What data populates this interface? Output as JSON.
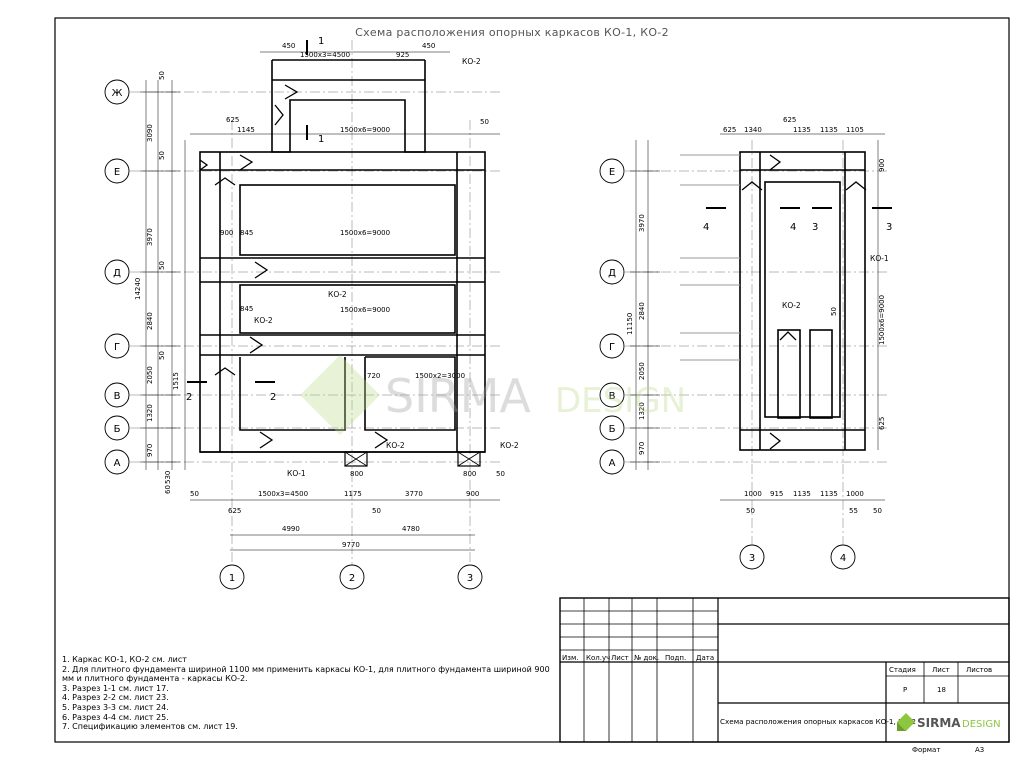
{
  "title": "Схема расположения опорных каркасов КО-1, КО-2",
  "axes_left_rows": [
    "Ж",
    "Е",
    "Д",
    "Г",
    "В",
    "Б",
    "А"
  ],
  "axes_left_cols": [
    "1",
    "2",
    "3"
  ],
  "axes_right_rows": [
    "Е",
    "Д",
    "Г",
    "В",
    "Б",
    "А"
  ],
  "axes_right_cols": [
    "3",
    "4"
  ],
  "labels": {
    "ko1": "КО-1",
    "ko2": "КО-2",
    "sec1": "1",
    "sec2": "2",
    "sec3": "3",
    "sec4": "4"
  },
  "dims": {
    "d4990": "4990",
    "d4780": "4780",
    "d9770": "9770",
    "d1500x3_top": "1500х3=4500",
    "d1500x6": "1500х6=9000",
    "d1500x3_bot": "1500х3=4500",
    "d1175": "1175",
    "d3770": "3770",
    "d900": "900",
    "d625": "625",
    "d1145": "1145",
    "d1340": "1340",
    "d1135": "1135",
    "d1105": "1105",
    "d3970": "3970",
    "d2840": "2840",
    "d2050": "2050",
    "d1320": "1320",
    "d970": "970",
    "d3090": "3090",
    "d14240": "14240",
    "d11150": "11150",
    "d1500x2": "1500х2=3000",
    "d1500x6r": "1500х6=9000",
    "d1000": "1000",
    "d915": "915",
    "d50": "50",
    "d450": "450",
    "d925": "925",
    "d845": "845",
    "d1515": "1515",
    "d530": "530",
    "d60": "60",
    "d800": "800",
    "d720": "720",
    "d55": "55"
  },
  "notes": [
    "1. Каркас КО-1, КО-2 см. лист",
    "2. Для плитного фундамента шириной 1100 мм применить каркасы КО-1, для плитного фундамента шириной 900",
    "мм и плитного фундамента - каркасы КО-2.",
    "3. Разрез 1-1 см. лист 17.",
    "4. Разрез 2-2 см. лист 23.",
    "5. Разрез 3-3 см. лист 24.",
    "6. Разрез 4-4 см. лист 25.",
    "7. Спецификацию элементов см. лист 19."
  ],
  "titleblock": {
    "izm": "Изм.",
    "koluch": "Кол.уч",
    "list": "Лист",
    "ndok": "№ док.",
    "podp": "Подп.",
    "data": "Дата",
    "sheet_title": "Схема расположения опорных каркасов КО-1, КО-2",
    "stadiya": "Стадия",
    "list_h": "Лист",
    "listov": "Листов",
    "stadiya_v": "Р",
    "list_v": "18",
    "listov_v": "",
    "format_label": "Формат",
    "format_v": "А3",
    "logo_a": "SIRMA",
    "logo_b": "DESIGN"
  },
  "watermark": {
    "a": "SIRMA",
    "b": "DESIGN"
  }
}
